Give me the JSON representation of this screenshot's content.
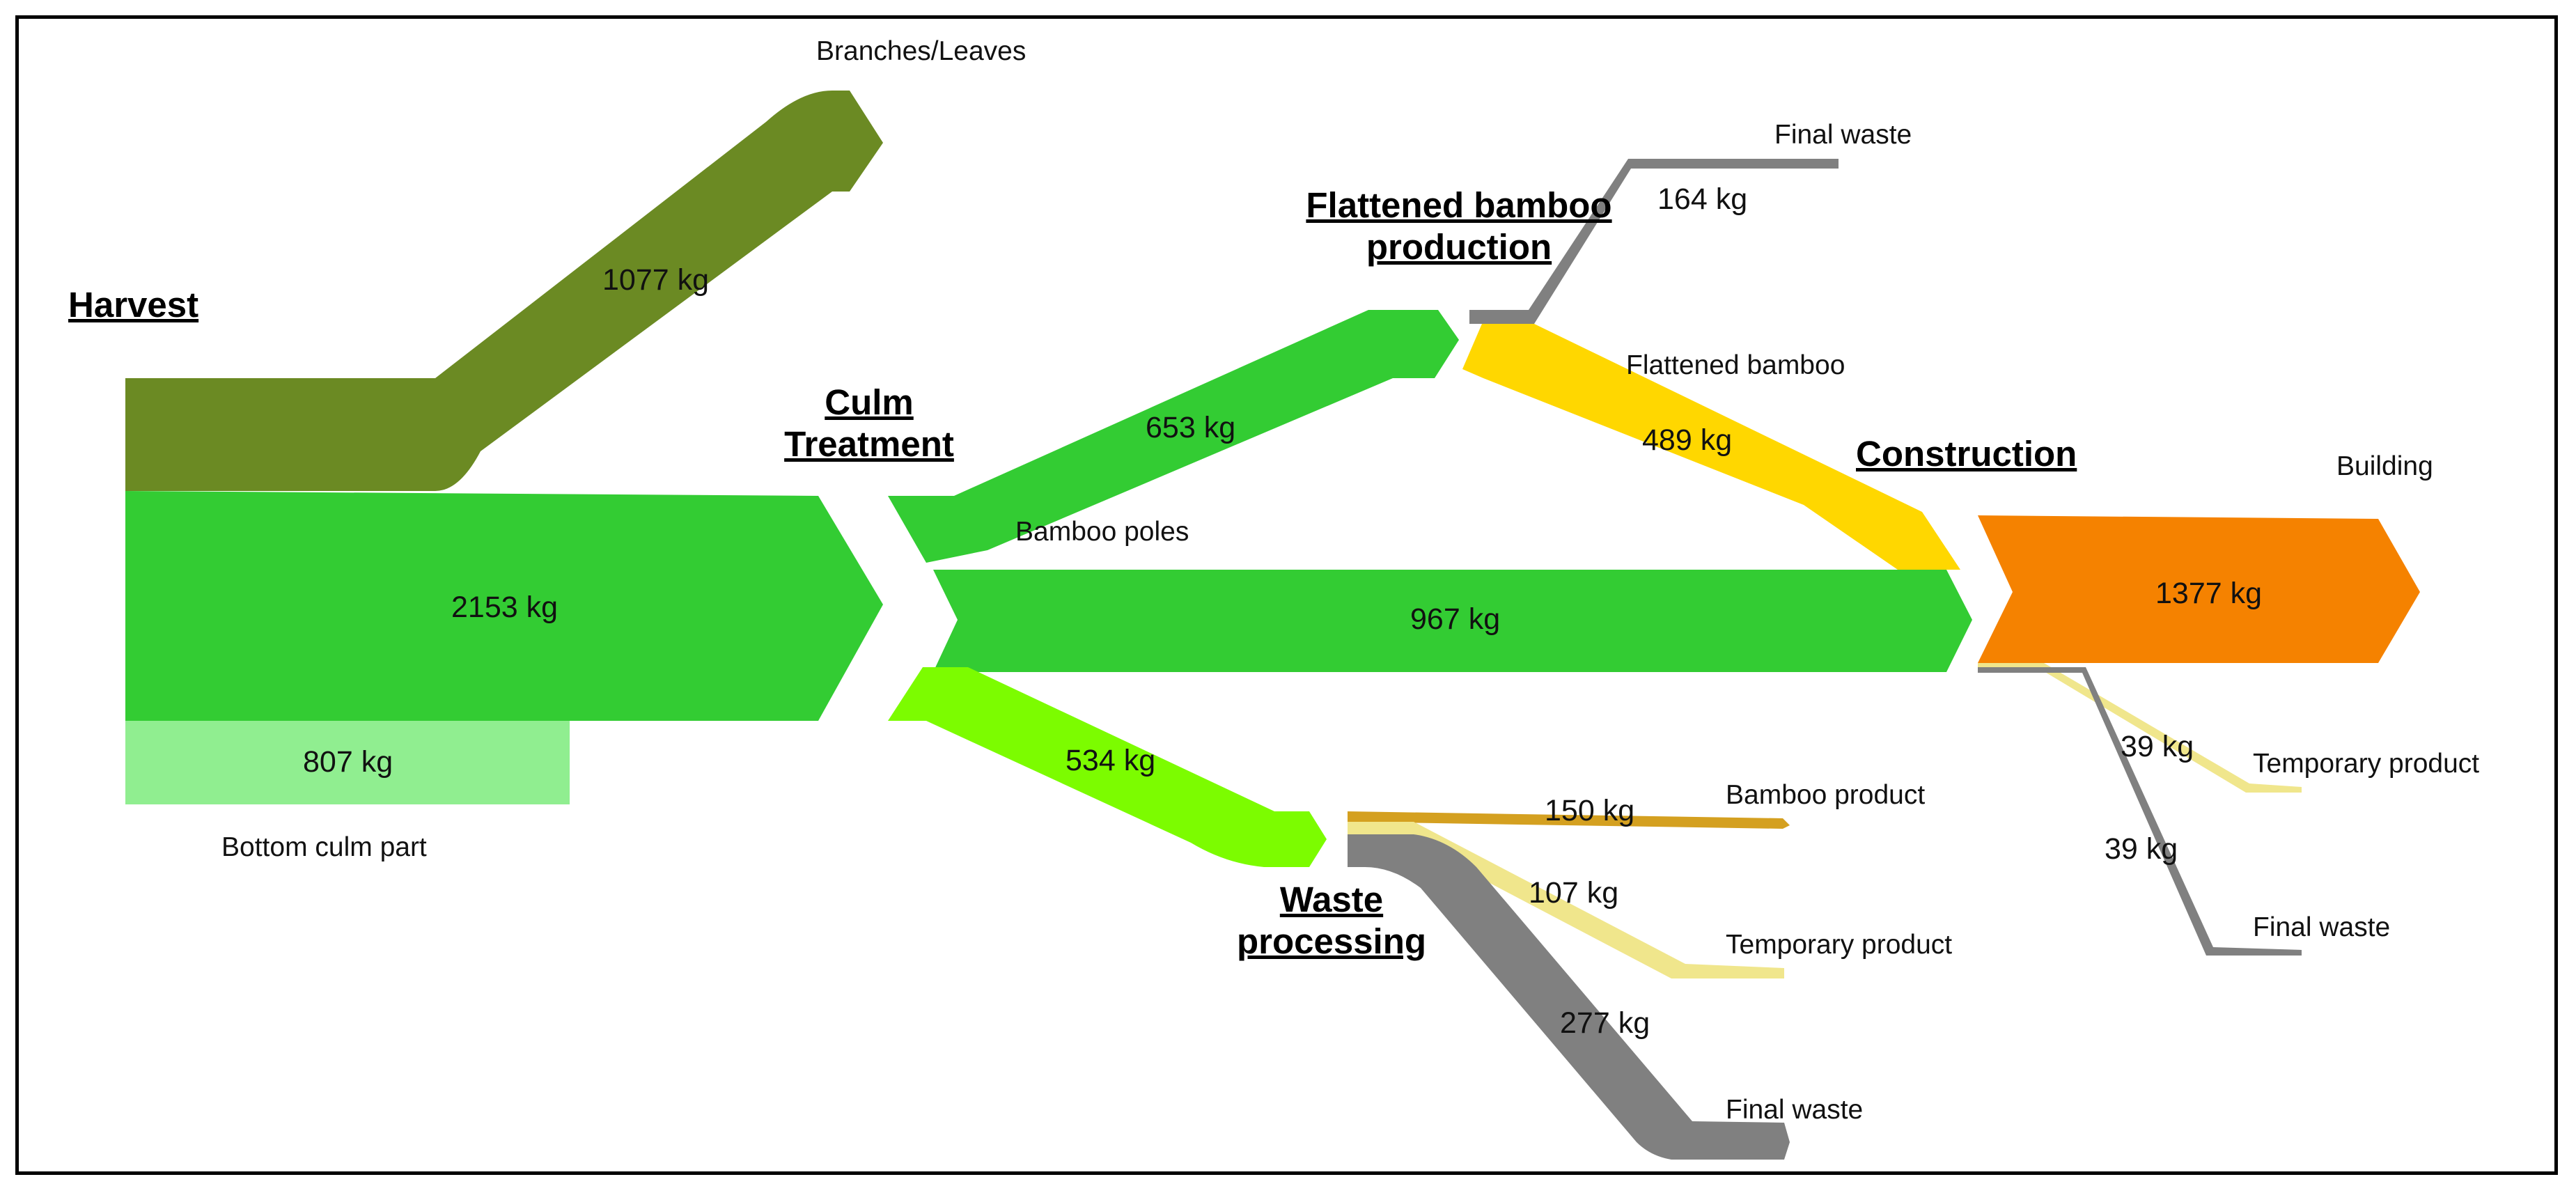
{
  "colors": {
    "branches": "#6b8a23",
    "main_green": "#33cc33",
    "bottom_culm": "#90ee90",
    "waste_green": "#7cfc00",
    "flattened": "#ffd700",
    "final_waste": "#808080",
    "building": "#f58200",
    "bamboo_product": "#d4a020",
    "temporary_product": "#f0e68c",
    "frame": "#000000"
  },
  "stages": {
    "harvest": "Harvest",
    "culm_treatment_1": "Culm",
    "culm_treatment_2": "Treatment",
    "flattened_production_1": "Flattened bamboo",
    "flattened_production_2": "production",
    "construction": "Construction",
    "waste_processing_1": "Waste",
    "waste_processing_2": "processing"
  },
  "flows": {
    "branches_leaves": "1077 kg",
    "culm_treatment_input": "2153 kg",
    "bottom_culm": "807 kg",
    "to_flattened_production": "653 kg",
    "bamboo_poles": "967 kg",
    "to_waste_processing": "534 kg",
    "flattened_final_waste": "164 kg",
    "flattened_bamboo": "489 kg",
    "building": "1377 kg",
    "construction_temporary": "39 kg",
    "construction_final_waste": "39 kg",
    "waste_bamboo_product": "150 kg",
    "waste_temporary_product": "107 kg",
    "waste_final_waste": "277 kg"
  },
  "outputs": {
    "branches_leaves": "Branches/Leaves",
    "bottom_culm_part": "Bottom culm part",
    "bamboo_poles": "Bamboo poles",
    "flattened_final_waste": "Final waste",
    "flattened_bamboo": "Flattened bamboo",
    "building": "Building",
    "construction_temporary": "Temporary product",
    "construction_final_waste": "Final waste",
    "waste_bamboo_product": "Bamboo product",
    "waste_temporary_product": "Temporary product",
    "waste_final_waste": "Final waste"
  }
}
